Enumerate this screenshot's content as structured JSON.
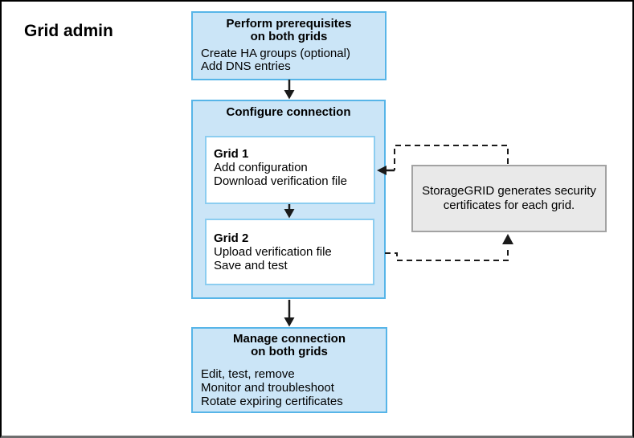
{
  "page": {
    "title": "Grid admin"
  },
  "flow": {
    "step1": {
      "title_line1": "Perform prerequisites",
      "title_line2": "on both grids",
      "items": [
        "Create HA groups (optional)",
        "Add DNS entries"
      ]
    },
    "step2": {
      "title": "Configure connection",
      "grid1": {
        "title": "Grid 1",
        "items": [
          "Add configuration",
          "Download verification file"
        ]
      },
      "grid2": {
        "title": "Grid 2",
        "items": [
          "Upload verification file",
          "Save and test"
        ]
      }
    },
    "step3": {
      "title_line1": "Manage connection",
      "title_line2": "on both grids",
      "items": [
        "Edit, test, remove",
        "Monitor and troubleshoot",
        "Rotate expiring certificates"
      ]
    }
  },
  "callout": {
    "line1": "StorageGRID generates security",
    "line2": "certificates for each grid."
  },
  "colors": {
    "step_box_fill": "#cbe5f7",
    "step_box_border": "#57b5e8",
    "inner_box_fill": "#ffffff",
    "inner_box_border": "#8ccdf0",
    "callout_fill": "#e9e9e9",
    "callout_border": "#a3a3a3",
    "arrow_color": "#1a1a1a",
    "frame_border": "#000000"
  }
}
